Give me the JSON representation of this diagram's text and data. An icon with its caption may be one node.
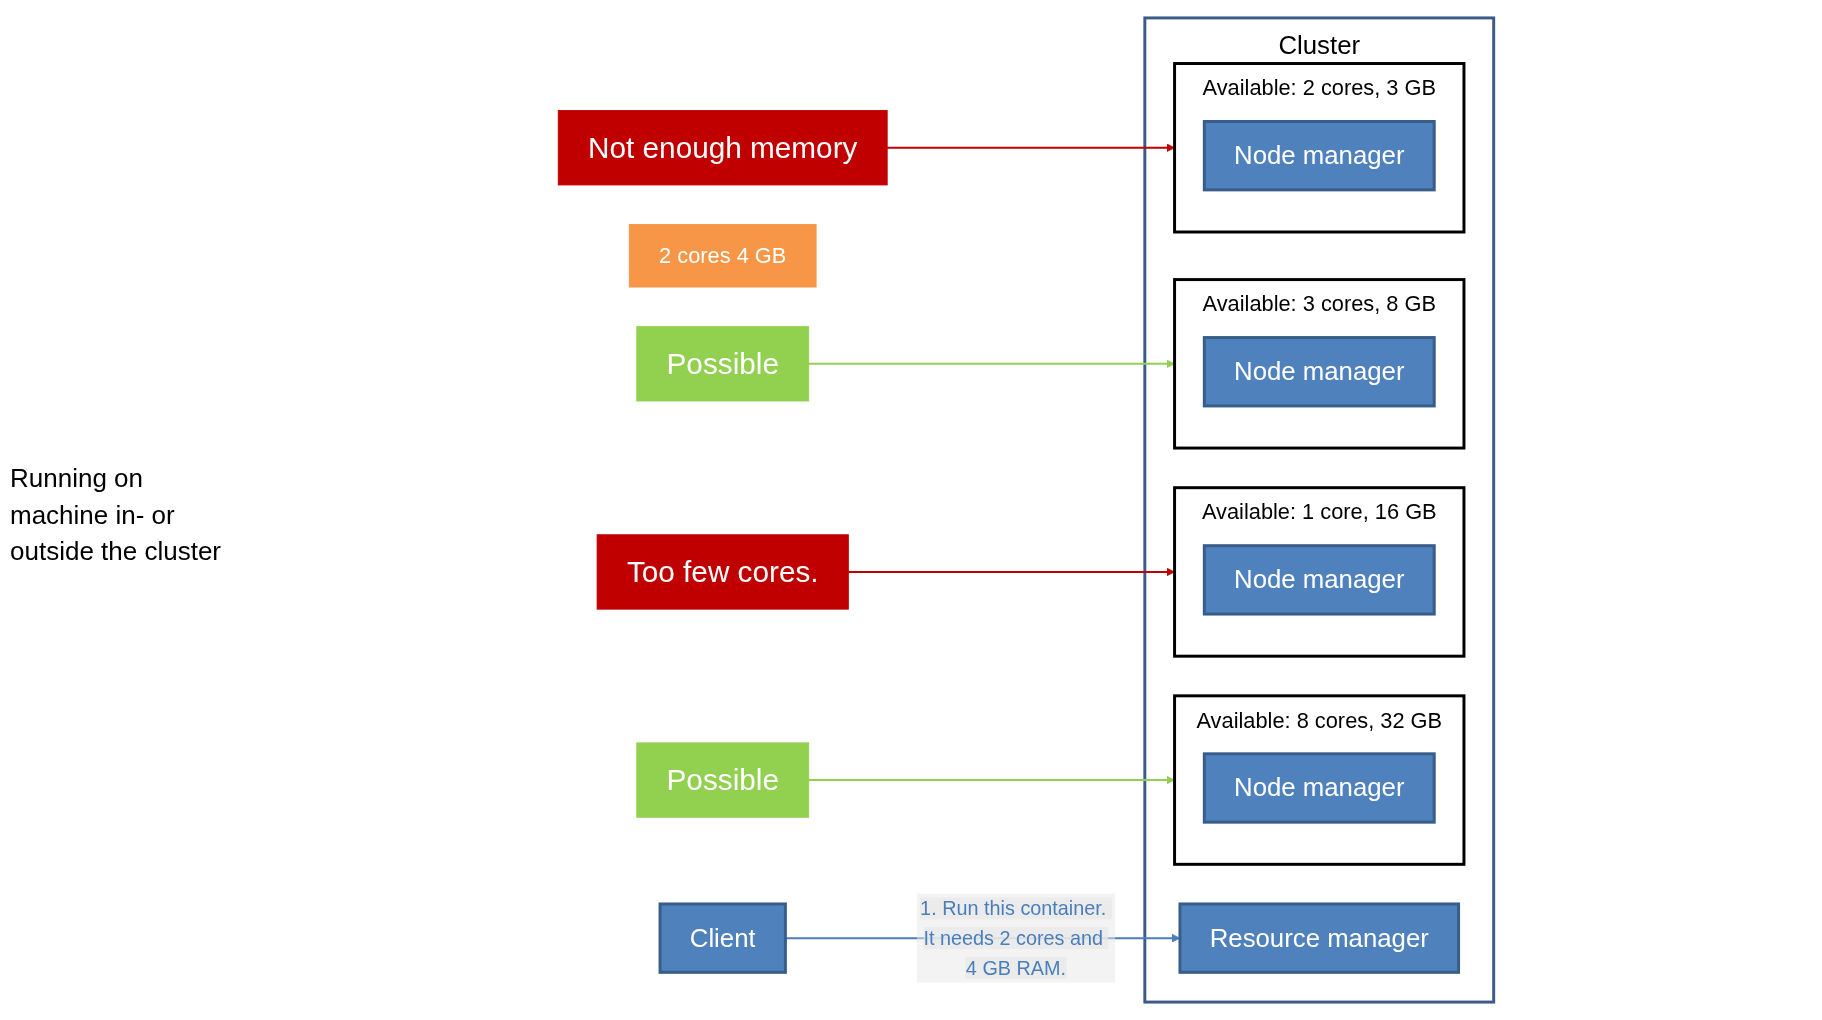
{
  "diagram": {
    "nodes": [
      {
        "text": [
          "Cluster"
        ]
      },
      {
        "text": [
          "Client"
        ]
      },
      {
        "text": [
          "2 cores 4 GB"
        ]
      },
      {
        "text": [
          "Resource manager"
        ],
        "in": 0
      },
      {
        "text": [
          "Available: 8 cores, 32 GB"
        ],
        "in": 0
      },
      {
        "text": [
          "Node manager"
        ],
        "in": 4
      },
      {
        "text": [
          "Available: 1 core, 16 GB"
        ],
        "in": 0
      },
      {
        "text": [
          "Node manager"
        ],
        "in": 6
      },
      {
        "text": [
          "Available: 3 cores, 8 GB"
        ],
        "in": 0
      },
      {
        "text": [
          "Node manager"
        ],
        "in": 8
      },
      {
        "text": [
          "Available: 2 cores, 3 GB"
        ],
        "in": 0
      },
      {
        "text": [
          "Node manager"
        ],
        "in": 10
      },
      {
        "text": [
          "Possible"
        ]
      },
      {
        "text": [
          "Too few cores."
        ]
      },
      {
        "text": [
          "Possible"
        ]
      },
      {
        "text": [
          "Not enough memory"
        ]
      }
    ],
    "edges": [
      {
        "from": 1,
        "to": 3,
        "arrow": "to",
        "label": "1. Run this container. It needs 2 cores and 4 GB RAM.",
        "color": "#4a7ebb"
      },
      {
        "from": 12,
        "to": 4,
        "arrow": "to",
        "color": "#92d050"
      },
      {
        "from": 13,
        "to": 6,
        "arrow": "to",
        "color": "#c00000"
      },
      {
        "from": 14,
        "to": 8,
        "arrow": "to",
        "color": "#92d050"
      },
      {
        "from": 15,
        "to": 10,
        "arrow": "to",
        "color": "#c00000"
      }
    ],
    "labels": [
      "Running on machine in- or outside the cluster"
    ]
  }
}
